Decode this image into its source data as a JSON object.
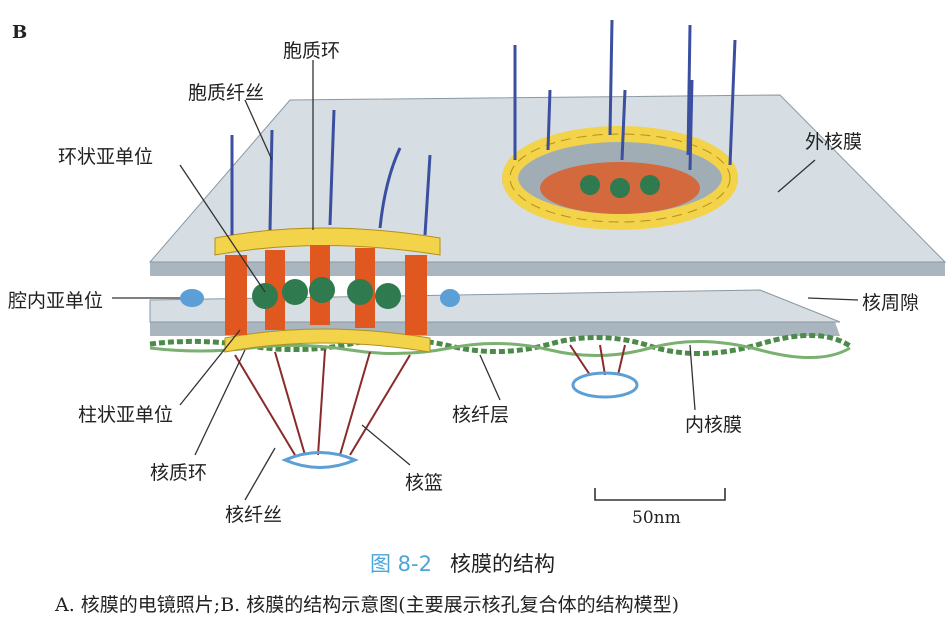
{
  "panel_label": "B",
  "labels": {
    "cytoplasmic_ring": "胞质环",
    "cytoplasmic_filaments": "胞质纤丝",
    "annular_subunit": "环状亚单位",
    "outer_membrane": "外核膜",
    "luminal_subunit": "腔内亚单位",
    "perinuclear_space": "核周隙",
    "column_subunit": "柱状亚单位",
    "nuclear_lamina": "核纤层",
    "inner_membrane": "内核膜",
    "nucleoplasmic_ring": "核质环",
    "nuclear_basket": "核篮",
    "nuclear_fibrils": "核纤丝"
  },
  "scale_bar": "50nm",
  "caption": {
    "number": "图 8-2",
    "title": "核膜的结构",
    "subtitle": "A. 核膜的电镜照片;B. 核膜的结构示意图(主要展示核孔复合体的结构模型)"
  },
  "colors": {
    "caption_number": "#4aa6d8",
    "membrane": "#cfd8de",
    "ring": "#f3d34a",
    "column": "#e0571f",
    "granule": "#2f7a4e",
    "filament": "#3b4fa0"
  }
}
